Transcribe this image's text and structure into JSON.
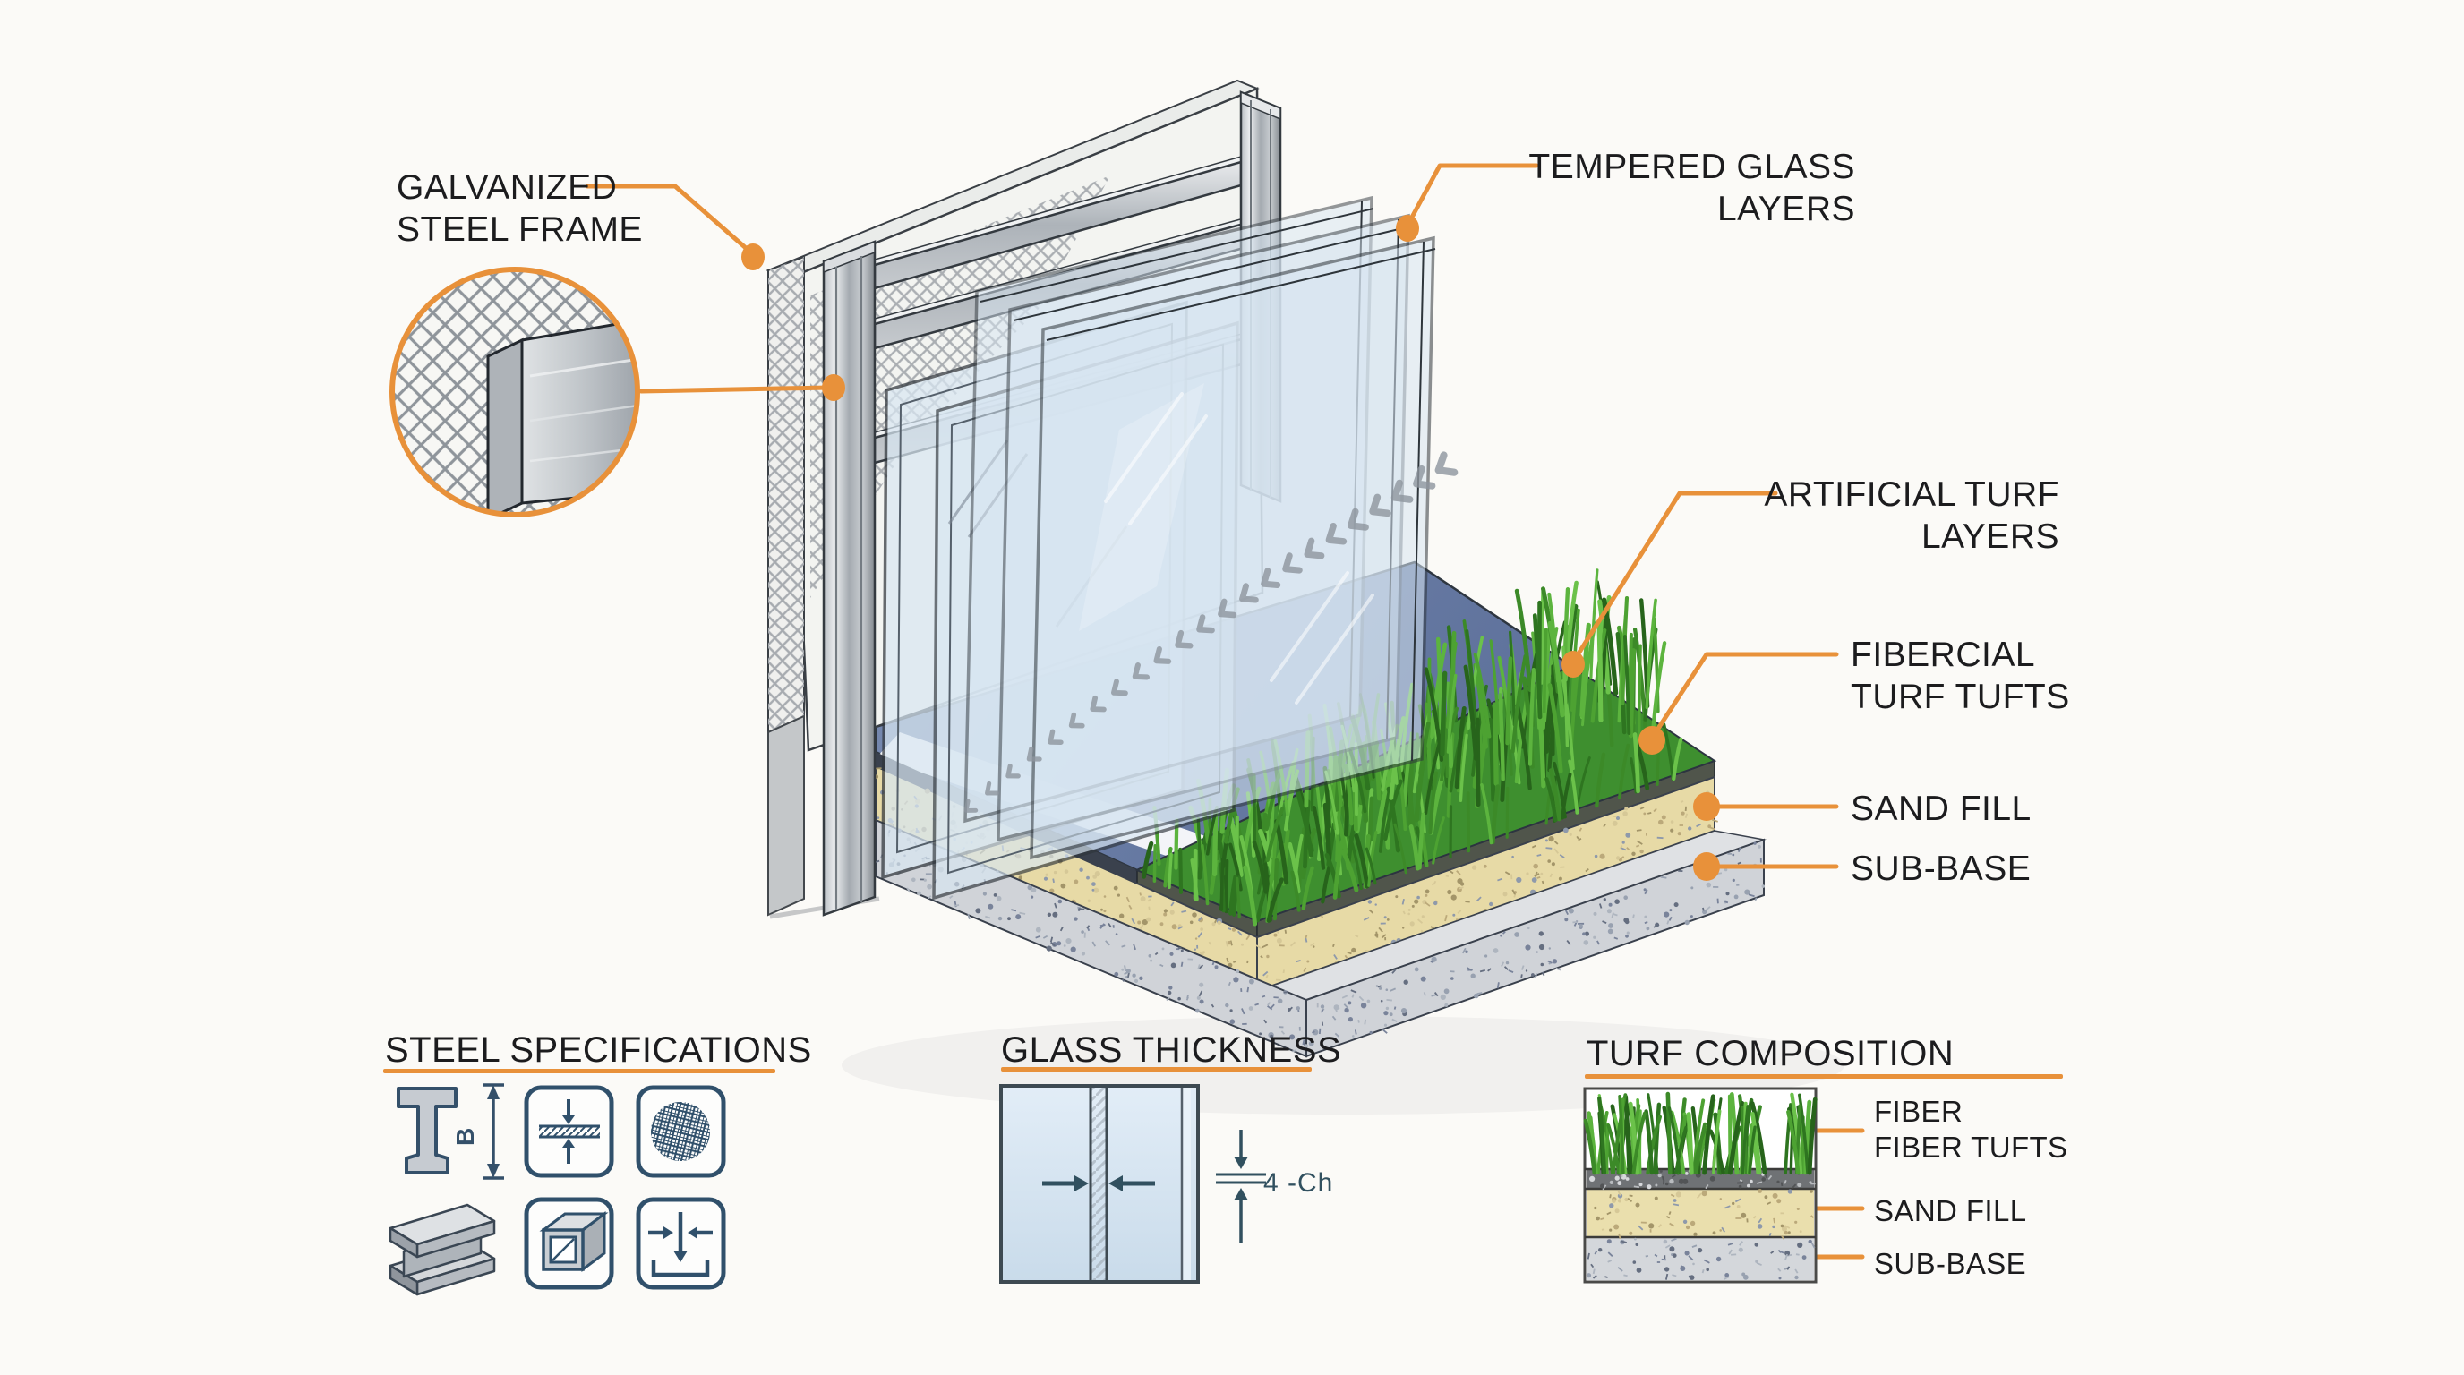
{
  "annotations": {
    "galvanized": {
      "line1": "GALVANIZED",
      "line2": "STEEL FRAME"
    },
    "tempered": {
      "line1": "TEMPERED GLASS",
      "line2": "LAYERS"
    },
    "artificial": {
      "line1": "ARTIFICIAL TURF",
      "line2": "LAYERS"
    },
    "fibercial": {
      "line1": "FIBERCIAL",
      "line2": "TURF TUFTS"
    },
    "sand_fill": {
      "label": "SAND FILL"
    },
    "sub_base": {
      "label": "SUB-BASE"
    }
  },
  "sections": {
    "steel": {
      "title": "STEEL SPECIFICATIONS",
      "dimension_label": "B",
      "icons": [
        "t-beam-profile",
        "plate-compression",
        "steel-mesh",
        "i-beam-3d",
        "square-tube",
        "load-compaction"
      ]
    },
    "glass": {
      "title": "GLASS THICKNESS",
      "dimension_label": "4 -Ch"
    },
    "turf": {
      "title": "TURF COMPOSITION",
      "labels": {
        "fiber_line1": "FIBER",
        "fiber_line2": "FIBER TUFTS",
        "sand": "SAND FILL",
        "sub_base": "SUB-BASE"
      }
    }
  },
  "colors": {
    "accent_orange": "#E8913A",
    "text": "#1C1C1E",
    "icon_navy": "#30506B",
    "court_blue": "#6B7EA6",
    "turf_green": "#3E8F2F",
    "sand": "#E7DAA6",
    "sub_base_gray": "#D0D3D8",
    "steel_gray": "#A9AFB5",
    "glass_blue": "#D7E5F1"
  }
}
